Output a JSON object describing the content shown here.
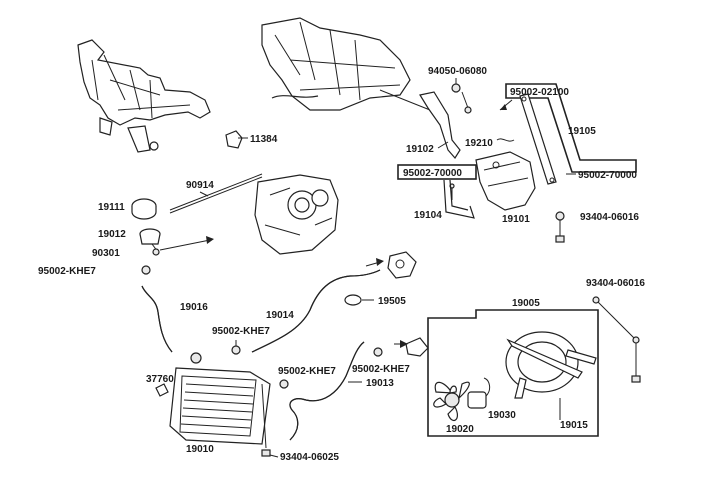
{
  "labels": {
    "p94050_06080": "94050-06080",
    "p95002_02100": "95002-02100",
    "p11384": "11384",
    "p19105": "19105",
    "p19210": "19210",
    "p19102": "19102",
    "p95002_70000_a": "95002-70000",
    "p95002_70000_b": "95002-70000",
    "p90914": "90914",
    "p19104": "19104",
    "p19101": "19101",
    "p19111": "19111",
    "p93404_06016_a": "93404-06016",
    "p19012": "19012",
    "p90301": "90301",
    "p95002_KHE7_a": "95002-KHE7",
    "p93404_06016_b": "93404-06016",
    "p19016": "19016",
    "p19014": "19014",
    "p19505": "19505",
    "p19005": "19005",
    "p95002_KHE7_b": "95002-KHE7",
    "p37760": "37760",
    "p95002_KHE7_c": "95002-KHE7",
    "p95002_KHE7_d": "95002-KHE7",
    "p19013": "19013",
    "p19030": "19030",
    "p19010": "19010",
    "p19020": "19020",
    "p19015": "19015",
    "p93404_06025": "93404-06025"
  }
}
